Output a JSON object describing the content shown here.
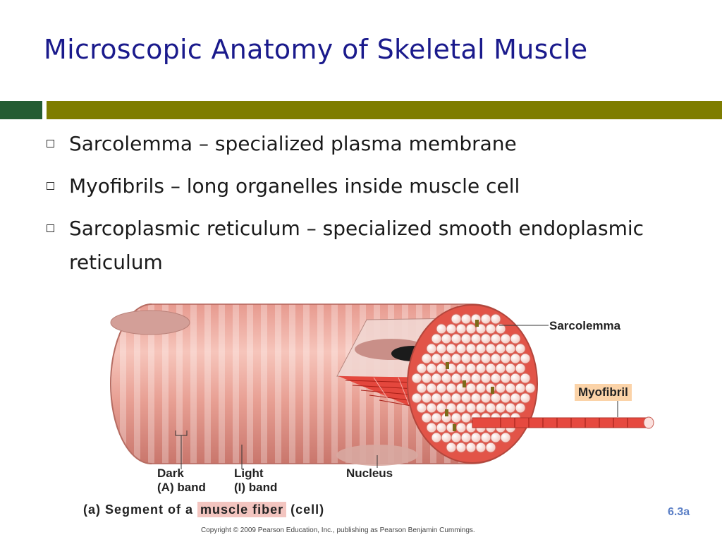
{
  "slide": {
    "title": "Microscopic Anatomy of Skeletal Muscle",
    "bullets": [
      "Sarcolemma – specialized plasma membrane",
      "Myofibrils – long organelles inside muscle cell",
      "Sarcoplasmic reticulum – specialized smooth endoplasmic reticulum"
    ],
    "accent_colors": {
      "title": "#1a1a8c",
      "bar_left": "#245c33",
      "bar_right": "#7e7d00"
    }
  },
  "figure": {
    "labels": {
      "sarcolemma": "Sarcolemma",
      "myofibril": "Myofibril",
      "dark_band_1": "Dark",
      "dark_band_2": "(A) band",
      "light_band_1": "Light",
      "light_band_2": "(I) band",
      "nucleus": "Nucleus"
    },
    "caption_prefix": "(a) Segment of a",
    "caption_highlight": "muscle fiber",
    "caption_suffix": "(cell)",
    "figure_number": "6.3a",
    "copyright": "Copyright © 2009 Pearson Education, Inc., publishing as Pearson Benjamin Cummings."
  }
}
